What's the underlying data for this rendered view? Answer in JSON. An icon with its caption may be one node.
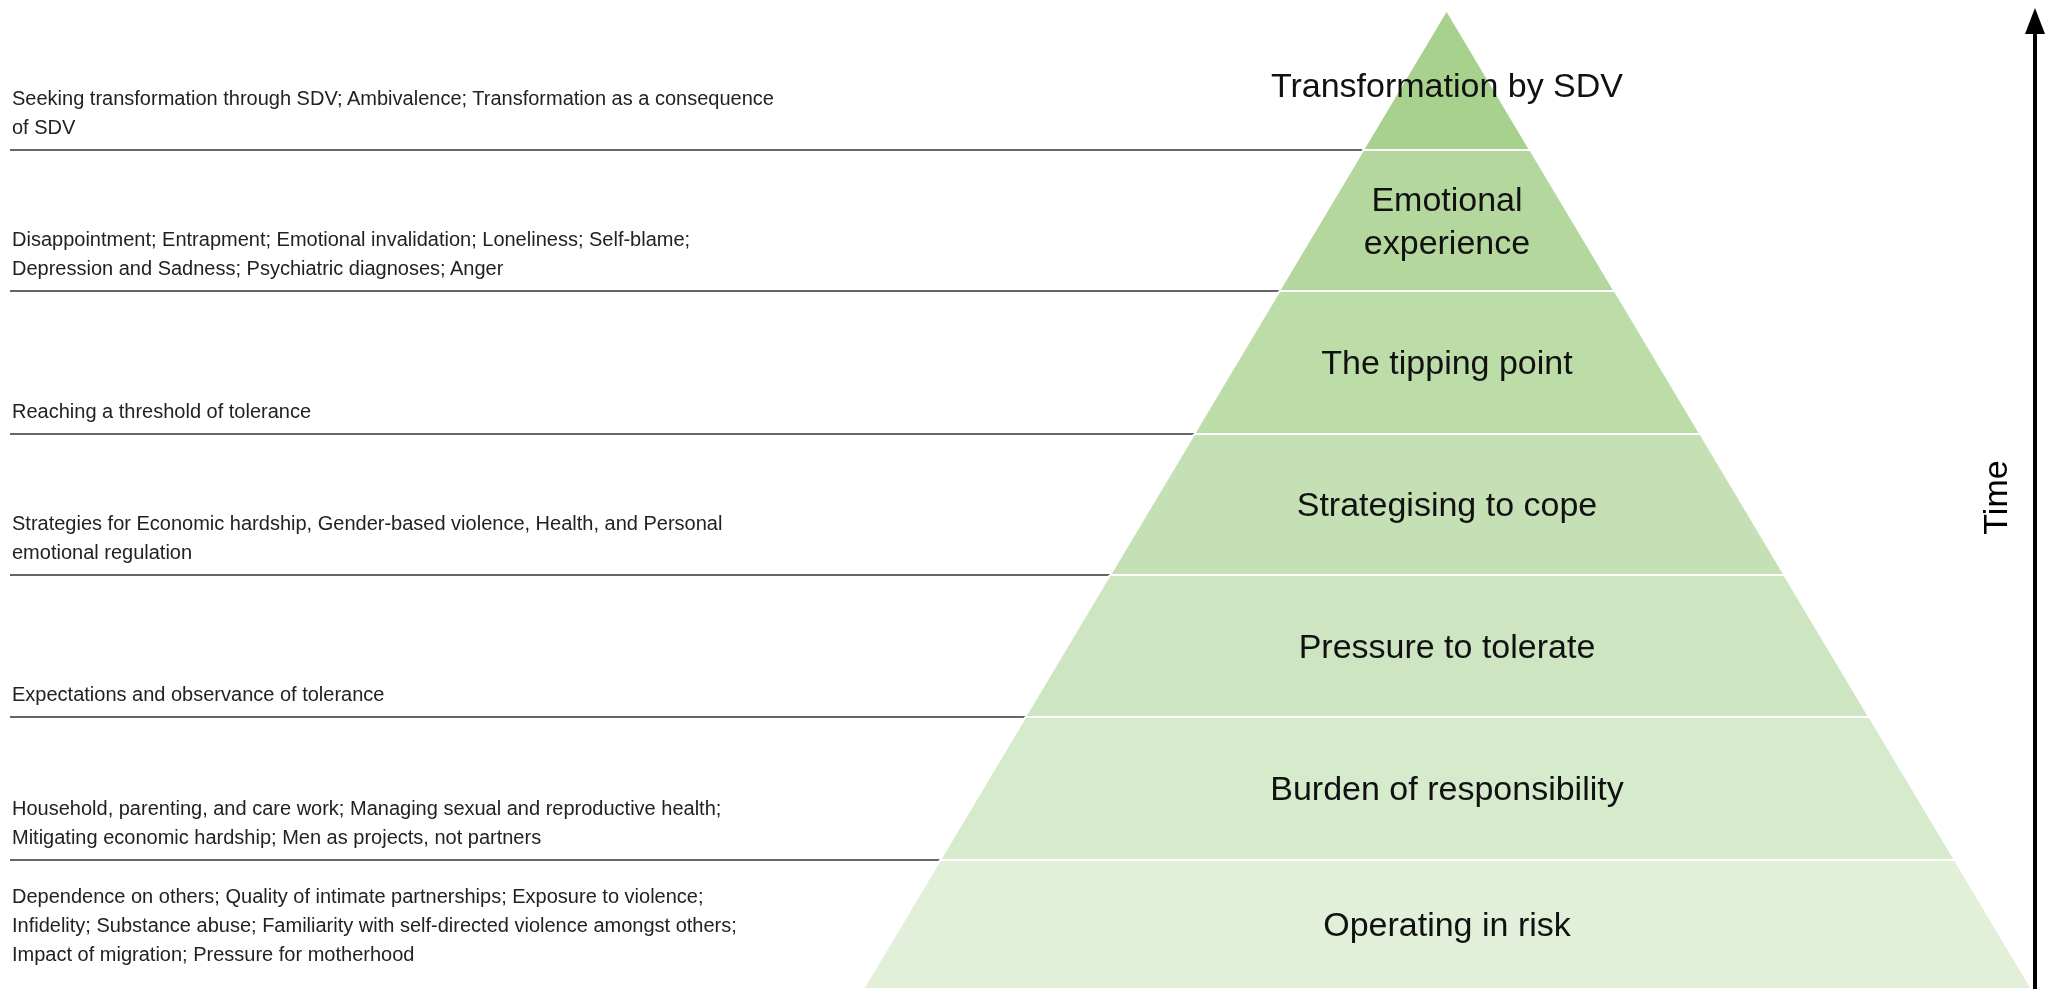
{
  "diagram": {
    "nodes": [
      {
        "text": [
          "Transformation by SDV"
        ]
      },
      {
        "text": [
          "Emotional experience"
        ]
      },
      {
        "text": [
          "The tipping point"
        ]
      },
      {
        "text": [
          "Strategising to cope"
        ]
      },
      {
        "text": [
          "Pressure to tolerate"
        ]
      },
      {
        "text": [
          "Burden of responsibility"
        ]
      },
      {
        "text": [
          "Operating in risk"
        ]
      }
    ],
    "labels": [
      "Seeking transformation through SDV; Ambivalence; Transformation as a consequence of SDV",
      "Disappointment; Entrapment; Emotional invalidation; Loneliness; Self-blame; Depression and Sadness; Psychiatric diagnoses; Anger",
      "Reaching a threshold of tolerance",
      "Strategies for Economic hardship, Gender-based violence, Health, and Personal emotional regulation",
      "Expectations and observance of tolerance",
      "Household, parenting, and care work; Managing sexual and reproductive health; Mitigating economic hardship; Men as projects, not partners",
      "Dependence on others; Quality of intimate partnerships; Exposure to violence; Infidelity; Substance abuse; Familiarity with self-directed violence amongst others; Impact of migration; Pressure for motherhood",
      "Time"
    ]
  }
}
